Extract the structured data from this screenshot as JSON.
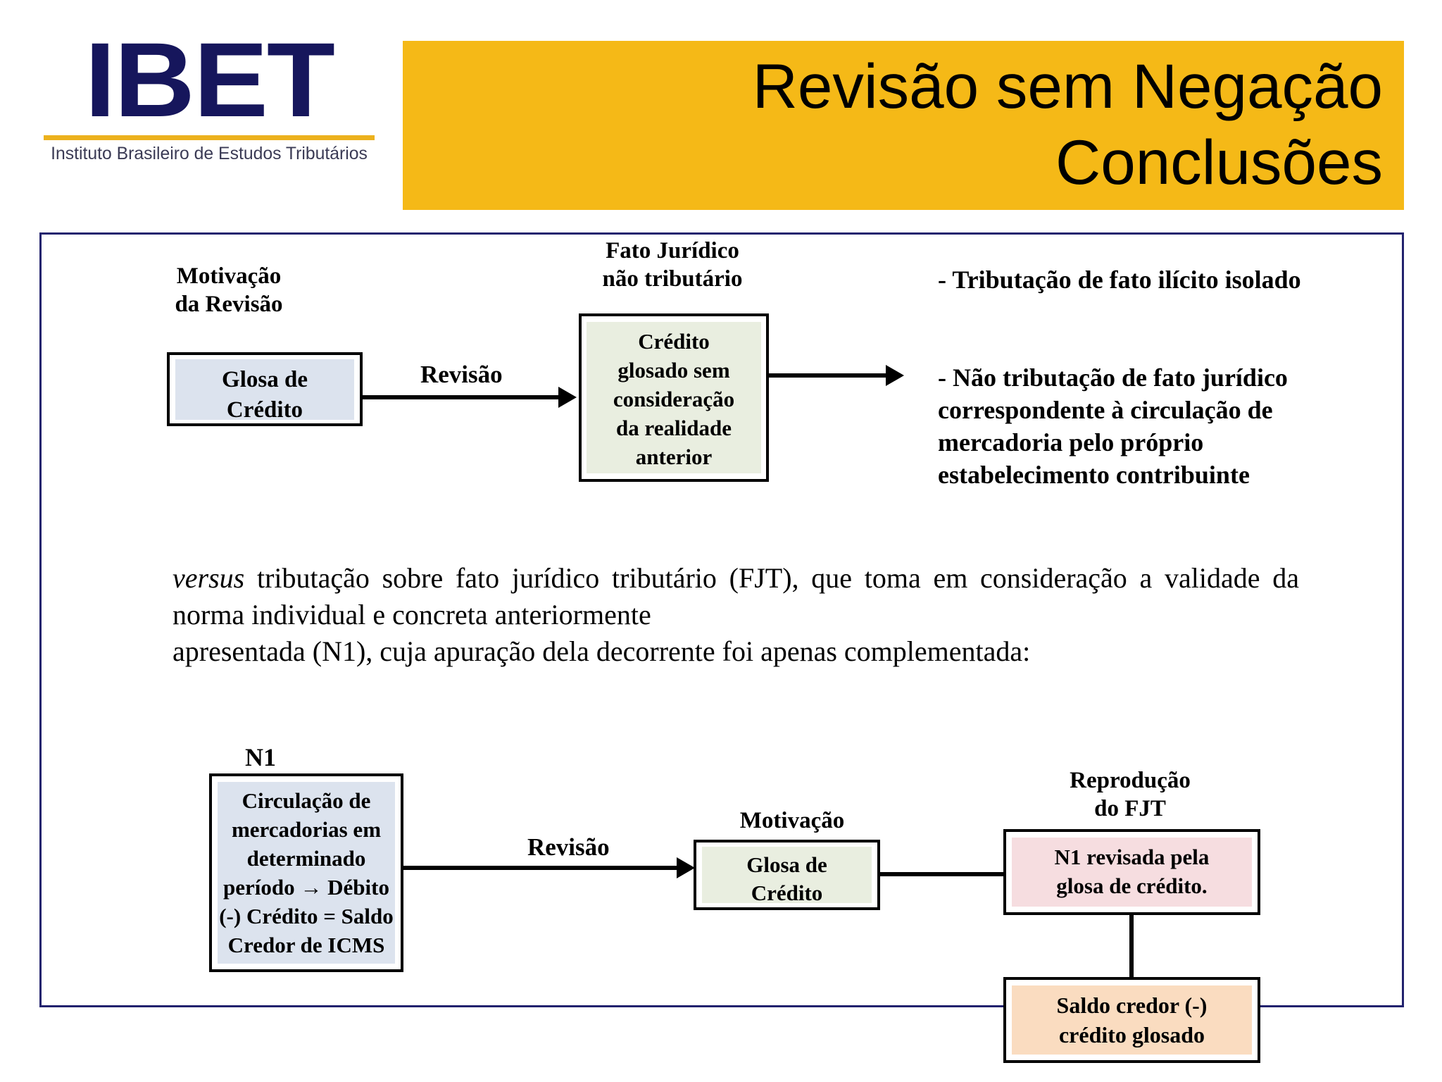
{
  "header": {
    "logo": {
      "wordmark": "IBET",
      "subtitle": "Instituto Brasileiro de Estudos Tributários",
      "rule_color": "#ecb11d",
      "wordmark_color": "#16165c"
    },
    "banner": {
      "background_color": "#f5b917",
      "line1": "Revisão sem Negação",
      "line2": "Conclusões"
    }
  },
  "frame": {
    "border_color": "#22226e"
  },
  "diagram_top": {
    "caption_motivacao": "Motivação\nda Revisão",
    "box_glosa": {
      "text": "Glosa de\nCrédito",
      "fill_color": "#dce3ee"
    },
    "arrow_label_revisao": "Revisão",
    "caption_fato": "Fato Jurídico\nnão tributário",
    "box_credito": {
      "text": "Crédito\nglosado sem\nconsideração\nda realidade\nanterior",
      "fill_color": "#e9eee0"
    },
    "bullet1": "- Tributação de fato ilícito isolado",
    "bullet2": "- Não tributação de fato jurídico correspondente à circulação de mercadoria pelo próprio estabelecimento contribuinte"
  },
  "paragraph": {
    "emphasis": "versus",
    "rest": " tributação sobre fato jurídico tributário (FJT), que toma em consideração a validade da norma individual e concreta anteriormente",
    "lastline": "apresentada (N1), cuja apuração dela decorrente foi apenas complementada:"
  },
  "diagram_bottom": {
    "caption_n1": "N1",
    "box_circulacao": {
      "text": "Circulação de\nmercadorias em\ndeterminado\nperíodo → Débito\n(-) Crédito = Saldo\nCredor de ICMS",
      "fill_color": "#dce3ee"
    },
    "arrow_label_revisao": "Revisão",
    "caption_motivacao": "Motivação",
    "box_glosa": {
      "text": "Glosa de\nCrédito",
      "fill_color": "#e9eee0"
    },
    "caption_reproducao": "Reprodução\ndo FJT",
    "box_n1_revisada": {
      "text": "N1 revisada pela\nglosa de crédito.",
      "fill_color": "#f6dde0"
    },
    "box_saldo": {
      "text": "Saldo credor (-)\ncrédito glosado",
      "fill_color": "#fadcc0"
    }
  }
}
